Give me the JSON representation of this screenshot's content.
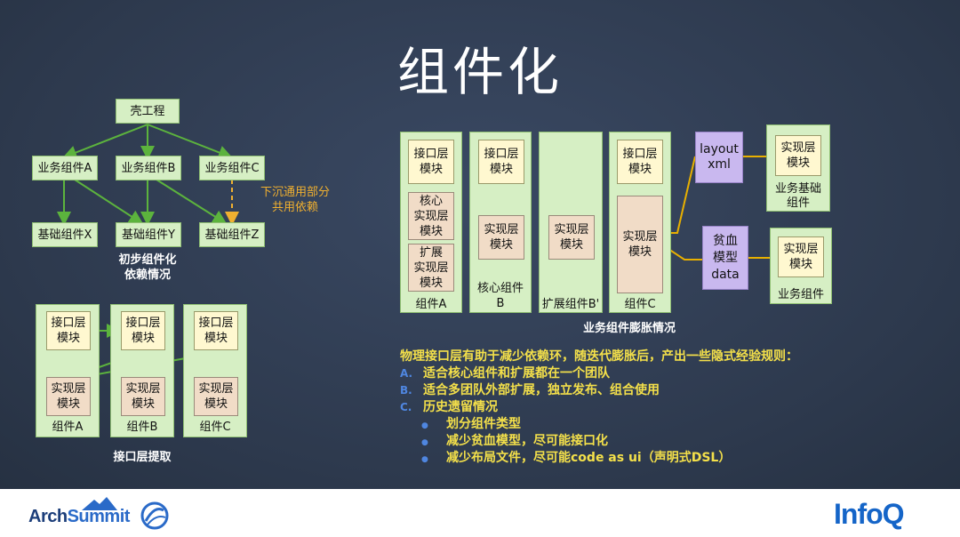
{
  "title": "组件化",
  "top_left": {
    "root": "壳工程",
    "business": [
      "业务组件A",
      "业务组件B",
      "业务组件C"
    ],
    "base": [
      "基础组件X",
      "基础组件Y",
      "基础组件Z"
    ],
    "note_line1": "下沉通用部分",
    "note_line2": "共用依赖",
    "caption_line1": "初步组件化",
    "caption_line2": "依赖情况"
  },
  "bottom_left": {
    "interface_line1": "接口层",
    "interface_line2": "模块",
    "impl_line1": "实现层",
    "impl_line2": "模块",
    "components": [
      "组件A",
      "组件B",
      "组件C"
    ],
    "caption": "接口层提取"
  },
  "right": {
    "col_a": {
      "iface_1": "接口层",
      "iface_2": "模块",
      "core_1": "核心",
      "core_2": "实现层",
      "core_3": "模块",
      "ext_1": "扩展",
      "ext_2": "实现层",
      "ext_3": "模块",
      "label": "组件A"
    },
    "col_b": {
      "iface_1": "接口层",
      "iface_2": "模块",
      "impl_1": "实现层",
      "impl_2": "模块",
      "label_1": "核心组件",
      "label_2": "B"
    },
    "col_b2": {
      "impl_1": "实现层",
      "impl_2": "模块",
      "label": "扩展组件B'"
    },
    "col_c": {
      "iface_1": "接口层",
      "iface_2": "模块",
      "impl_1": "实现层",
      "impl_2": "模块",
      "label": "组件C"
    },
    "layout_1": "layout",
    "layout_2": "xml",
    "anemic_1": "贫血",
    "anemic_2": "模型",
    "anemic_3": "data",
    "base_impl_1": "实现层",
    "base_impl_2": "模块",
    "base_label_1": "业务基础",
    "base_label_2": "组件",
    "biz_impl_1": "实现层",
    "biz_impl_2": "模块",
    "biz_label": "业务组件",
    "caption": "业务组件膨胀情况"
  },
  "description": {
    "heading": "物理接口层有助于减少依赖环，随迭代膨胀后，产出一些隐式经验规则：",
    "items": [
      {
        "marker": "A.",
        "text": "适合核心组件和扩展都在一个团队"
      },
      {
        "marker": "B.",
        "text": "适合多团队外部扩展，独立发布、组合使用"
      },
      {
        "marker": "C.",
        "text": "历史遗留情况"
      }
    ],
    "subitems": [
      "划分组件类型",
      "减少贫血模型，尽可能接口化",
      "减少布局文件，尽可能code as ui（声明式DSL）"
    ],
    "bullet": "●"
  },
  "footer": {
    "arch_1": "Arch",
    "arch_2": "Summit",
    "infoq": "InfoQ"
  },
  "colors": {
    "green_fill": "#d6efc4",
    "arrow_green": "#5cb33d",
    "note_orange": "#f0b030",
    "desc_yellow": "#f4e04a",
    "marker_blue": "#4f86e0",
    "purple": "#c9b8ef"
  }
}
